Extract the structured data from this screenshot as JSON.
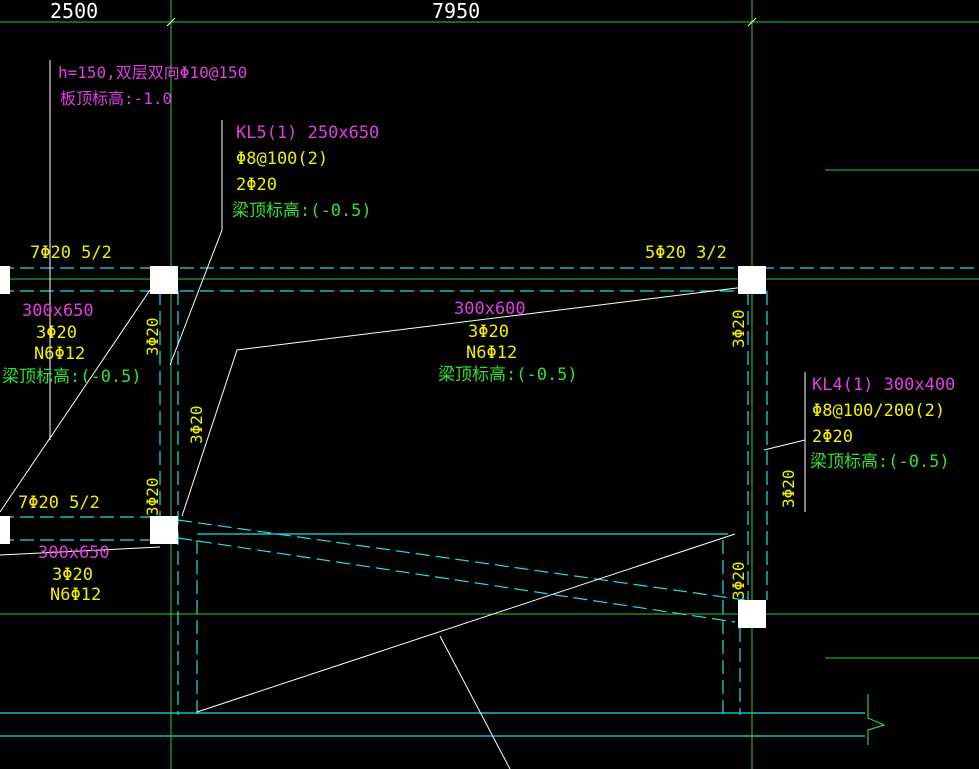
{
  "colors": {
    "background": "#000000",
    "grid": "#2ecc40",
    "beam": "#22e0e0",
    "leader": "#ffffff",
    "column": "#ffffff",
    "magenta": "#e040e0",
    "yellow": "#f0f000",
    "green": "#30e030",
    "dim": "#ffffff"
  },
  "dimensions": {
    "left": "2500",
    "right": "7950"
  },
  "slab_note": {
    "line1": "h=150,双层双向Φ10@150",
    "line2": "板顶标高:-1.0"
  },
  "kl5": {
    "title": "KL5(1) 250x650",
    "stirrup": "Φ8@100(2)",
    "top_bars": "2Φ20",
    "elev": "梁顶标高:(-0.5)"
  },
  "kl4": {
    "title": "KL4(1) 300x400",
    "stirrup": "Φ8@100/200(2)",
    "top_bars": "2Φ20",
    "elev": "梁顶标高:(-0.5)"
  },
  "top_beam": {
    "left_support": "7Φ20 5/2",
    "right_support": "5Φ20 3/2",
    "size": "300x600",
    "bottom": "3Φ20",
    "torsion": "N6Φ12",
    "elev": "梁顶标高:(-0.5)"
  },
  "left_upper_beam": {
    "size": "300x650",
    "bottom": "3Φ20",
    "torsion": "N6Φ12",
    "elev": "梁顶标高:(-0.5)"
  },
  "left_lower_beam": {
    "support": "7Φ20 5/2",
    "size": "300x650",
    "bottom": "3Φ20",
    "torsion": "N6Φ12"
  },
  "vertical_labels": {
    "left_col_upper": "3Φ20",
    "left_col_mid": "3Φ20",
    "left_col_lower": "3Φ20",
    "right_col_upper": "3Φ20",
    "right_col_mid": "3Φ20",
    "right_col_lower": "3Φ20"
  }
}
